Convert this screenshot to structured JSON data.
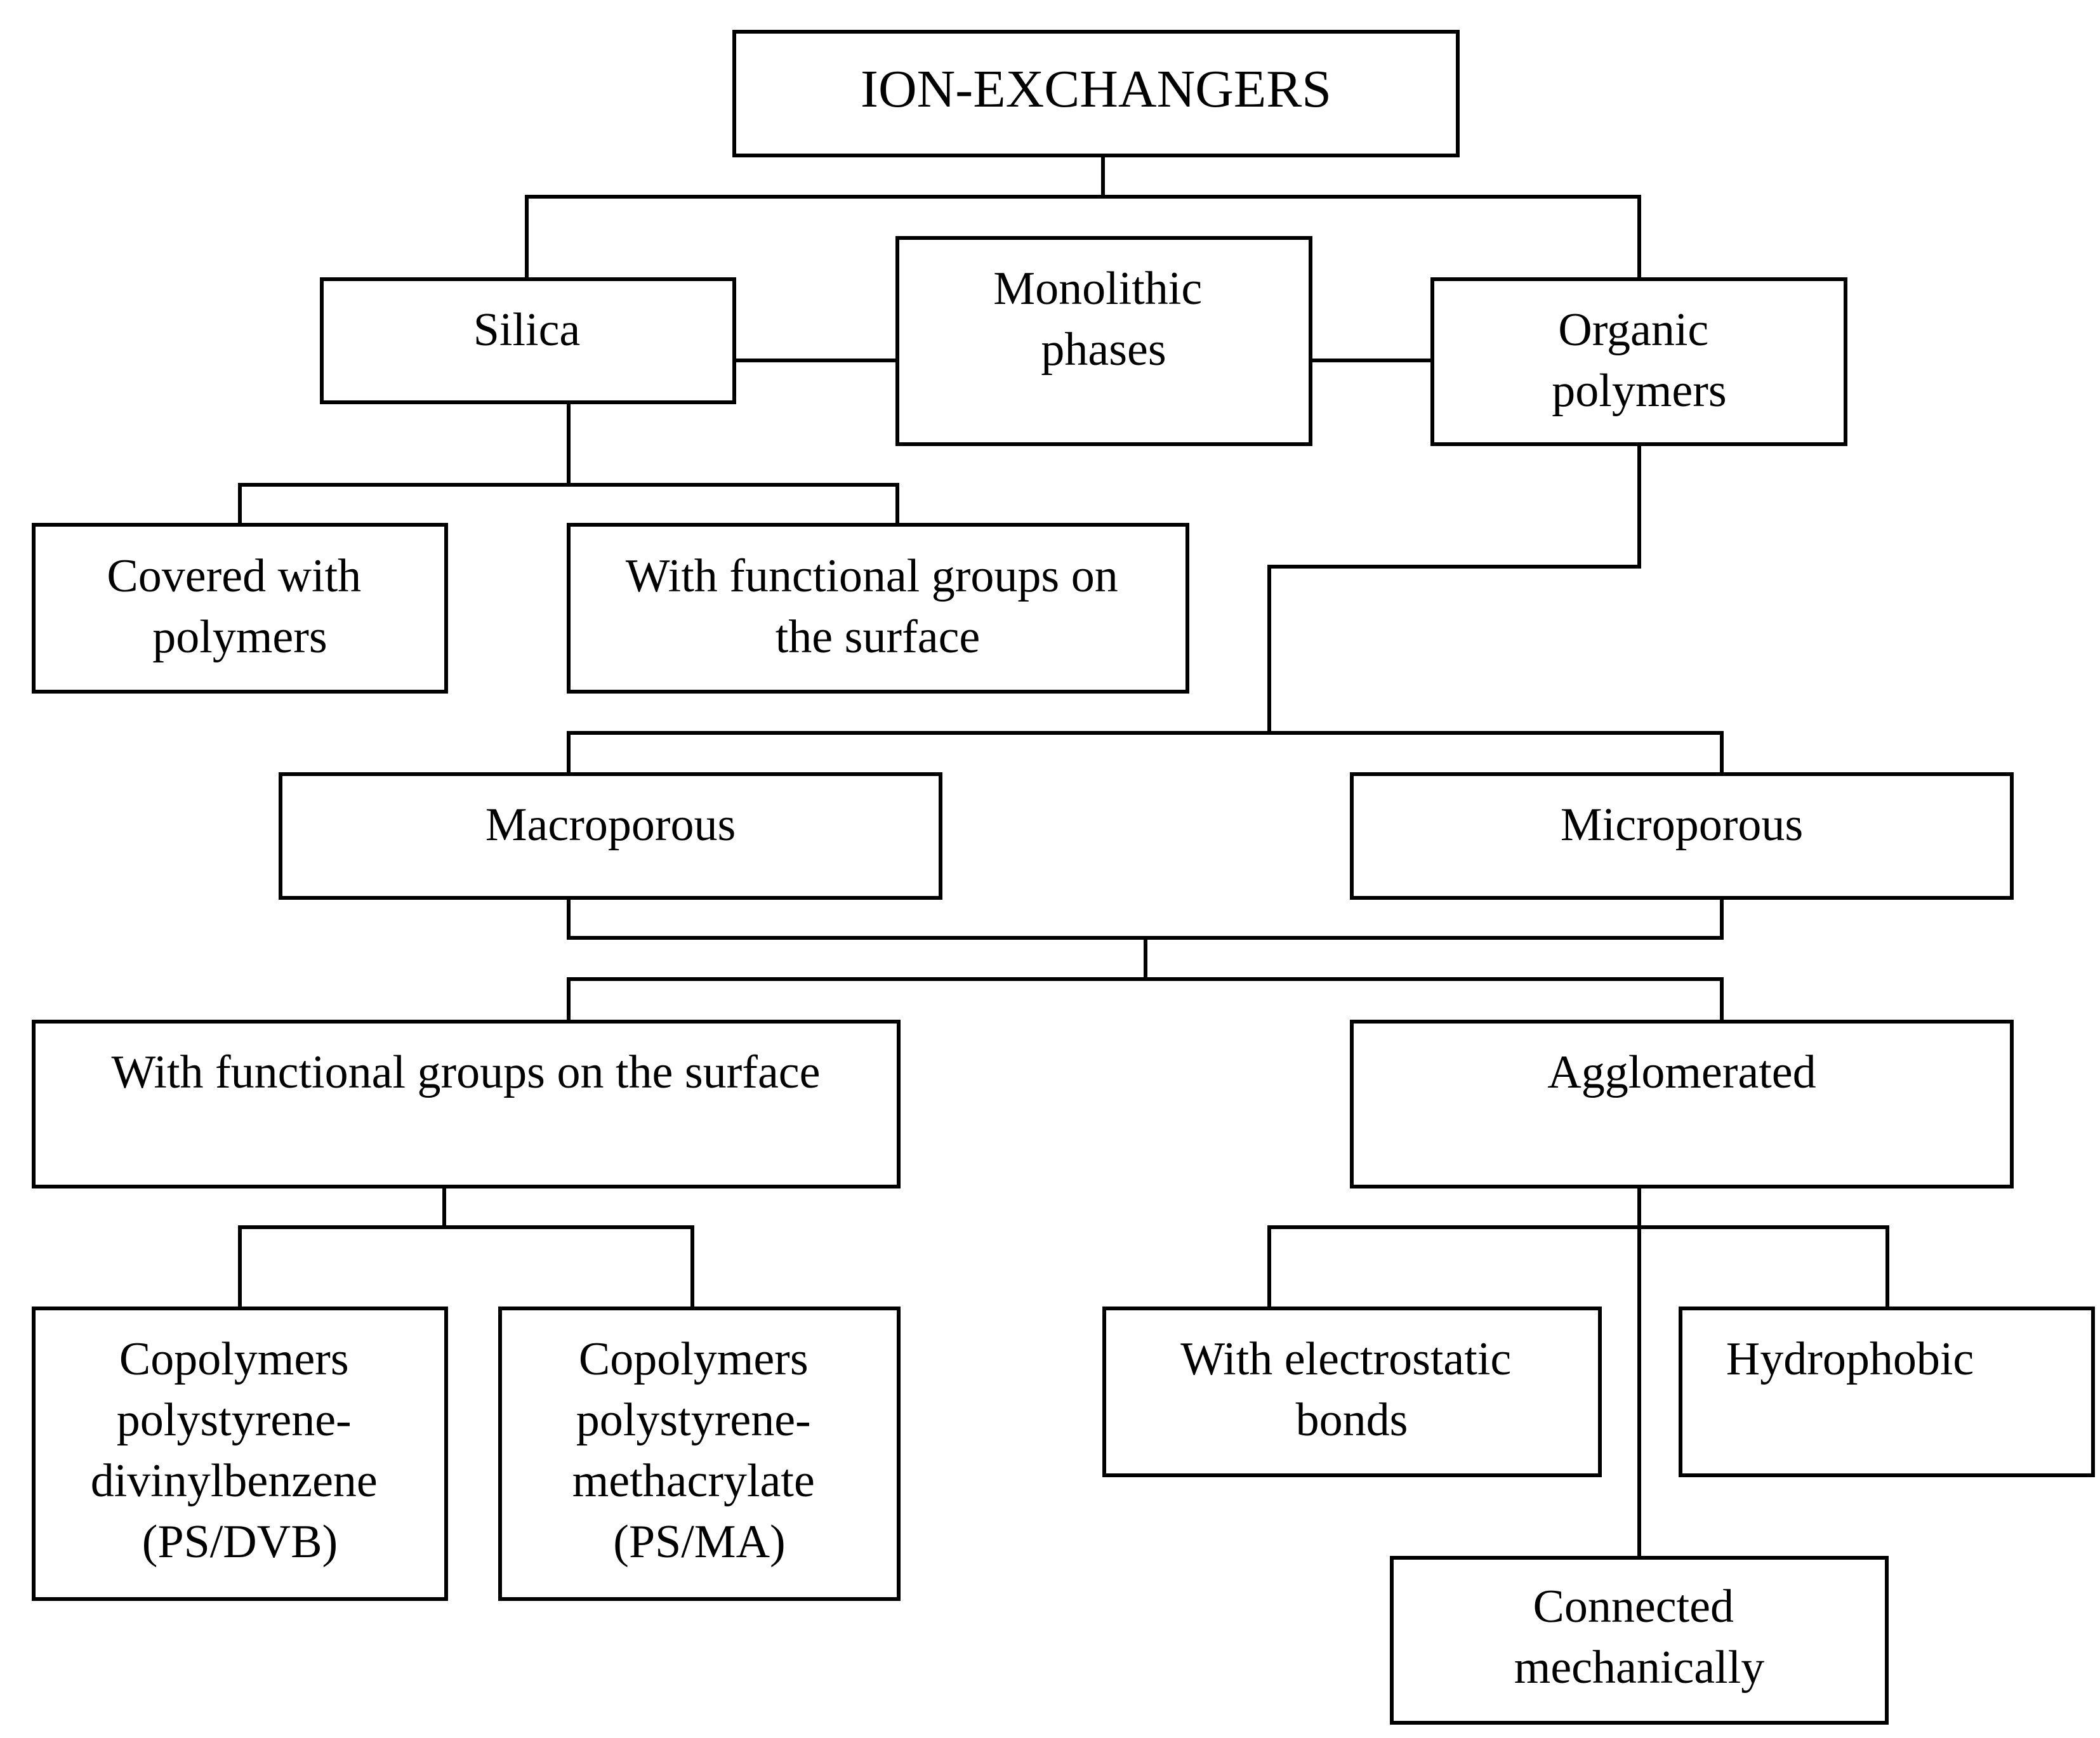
{
  "diagram": {
    "title": "ION-EXCHANGERS",
    "nodes": {
      "silica": [
        "Silica"
      ],
      "monolithic": [
        "Monolithic",
        "phases"
      ],
      "organic": [
        "Organic",
        "polymers"
      ],
      "covered": [
        "Covered with",
        "polymers"
      ],
      "func_silica": [
        "With functional groups on",
        "the surface"
      ],
      "macroporous": [
        "Macroporous"
      ],
      "microporous": [
        "Microporous"
      ],
      "func_surface": [
        "With functional groups on the surface"
      ],
      "agglomerated": [
        "Agglomerated"
      ],
      "ps_dvb": [
        "Copolymers",
        "polystyrene-",
        "divinylbenzene",
        "(PS/DVB)"
      ],
      "ps_ma": [
        "Copolymers",
        "polystyrene-",
        "methacrylate",
        "(PS/MA)"
      ],
      "electrostatic": [
        "With electrostatic",
        "bonds"
      ],
      "hydrophobic": [
        "Hydrophobic"
      ],
      "mechanical": [
        "Connected",
        "mechanically"
      ]
    }
  }
}
